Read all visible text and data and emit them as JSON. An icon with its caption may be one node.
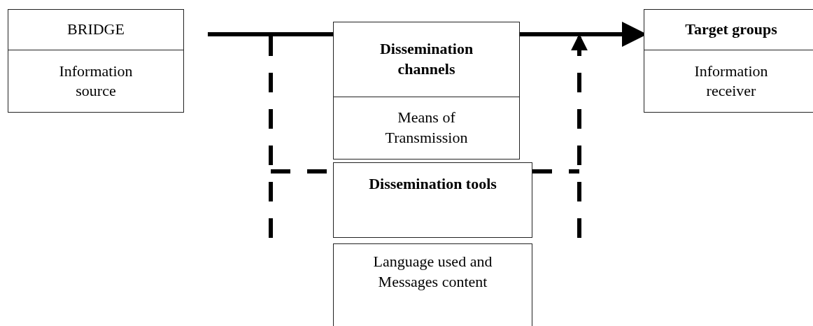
{
  "diagram": {
    "nodes": [
      {
        "text": [
          "BRIDGE",
          "Information source"
        ]
      },
      {
        "text": [
          "Dissemination channels",
          "Means of Transmission"
        ]
      },
      {
        "text": [
          "Dissemination tools"
        ]
      },
      {
        "text": [
          "Language used and Messages content"
        ]
      },
      {
        "text": [
          "Target groups",
          "Information receiver"
        ]
      }
    ],
    "edges": [
      {
        "from": null,
        "to": 1,
        "arrow": "none"
      },
      {
        "from": 1,
        "to": 4,
        "arrow": "to"
      },
      {
        "from": null,
        "to": 2,
        "arrow": "none",
        "style": "dashed"
      },
      {
        "from": 2,
        "to": null,
        "arrow": "to",
        "style": "dashed"
      }
    ]
  }
}
